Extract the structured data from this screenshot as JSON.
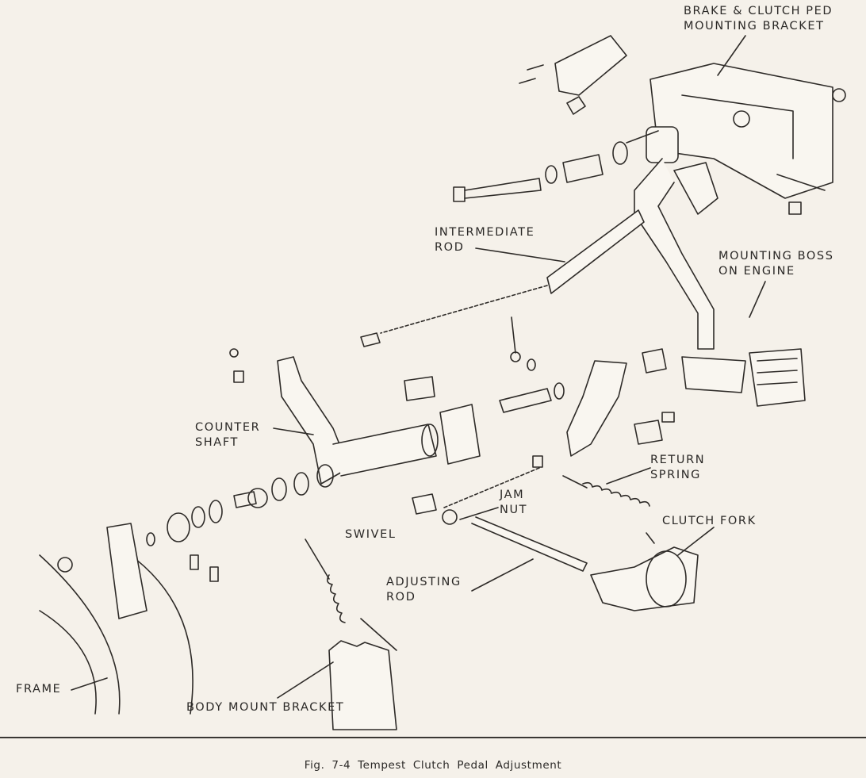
{
  "labels": {
    "bracket": [
      "BRAKE & CLUTCH PED",
      "MOUNTING BRACKET"
    ],
    "intermediate_rod": [
      "INTERMEDIATE",
      "ROD"
    ],
    "mounting_boss": [
      "MOUNTING BOSS",
      "ON ENGINE"
    ],
    "counter_shaft": [
      "COUNTER",
      "SHAFT"
    ],
    "return_spring": [
      "RETURN",
      "SPRING"
    ],
    "jam_nut": [
      "JAM",
      "NUT"
    ],
    "swivel": "SWIVEL",
    "clutch_fork": "CLUTCH FORK",
    "adjusting_rod": [
      "ADJUSTING",
      "ROD"
    ],
    "frame": "FRAME",
    "body_mount_bracket": "BODY MOUNT BRACKET"
  },
  "caption": "Fig. 7-4   Tempest Clutch Pedal Adjustment"
}
